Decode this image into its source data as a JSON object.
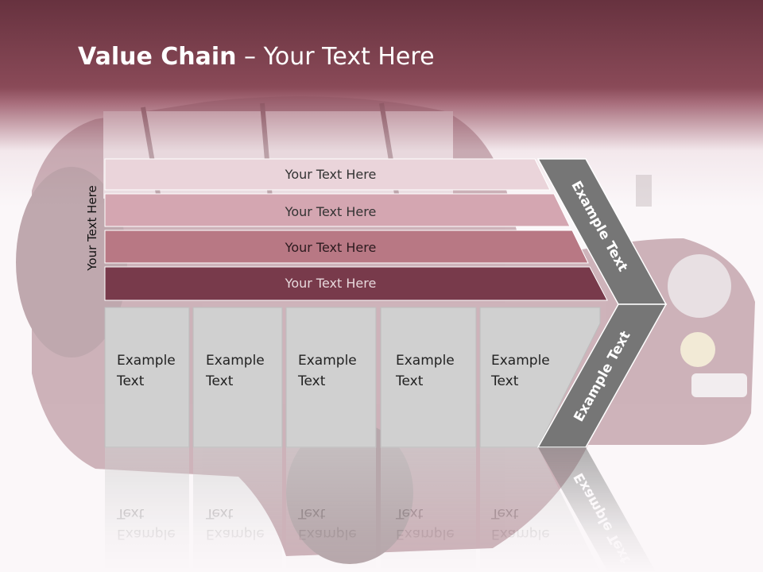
{
  "title": {
    "bold": "Value Chain",
    "rest": " – Your Text Here"
  },
  "side_label": "Your Text Here",
  "bars": [
    {
      "label": "Your Text Here",
      "fill": "#ead4da",
      "text_color": "#333333"
    },
    {
      "label": "Your Text Here",
      "fill": "#d4a6b1",
      "text_color": "#333333"
    },
    {
      "label": "Your Text Here",
      "fill": "#b87884",
      "text_color": "#2b1a1e"
    },
    {
      "label": "Your Text Here",
      "fill": "#783a4b",
      "text_color": "#e7d8dc"
    }
  ],
  "boxes": [
    {
      "line1": "Example",
      "line2": "Text"
    },
    {
      "line1": "Example",
      "line2": "Text"
    },
    {
      "line1": "Example",
      "line2": "Text"
    },
    {
      "line1": "Example",
      "line2": "Text"
    },
    {
      "line1": "Example",
      "line2": "Text"
    }
  ],
  "chevron_top_label": "Example Text",
  "chevron_bottom_label": "Example Text",
  "colors": {
    "header": "#7b3e4c",
    "box_fill": "#d0d0d0",
    "chevron": "#767676"
  }
}
